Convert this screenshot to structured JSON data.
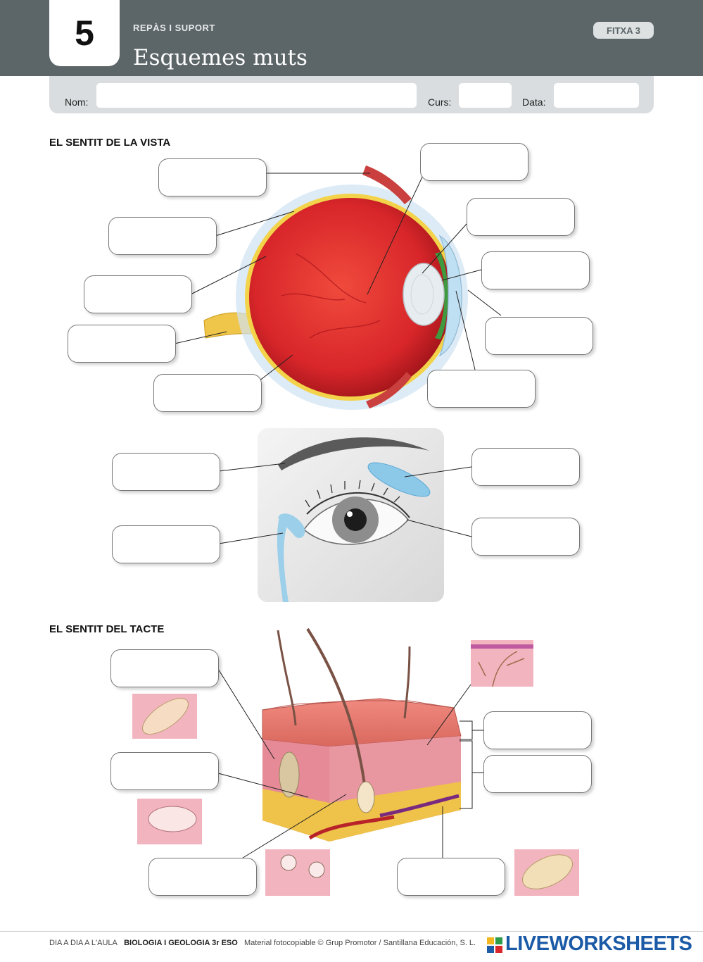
{
  "header": {
    "unit_number": "5",
    "kicker": "REPÀS I SUPORT",
    "title": "Esquemes muts",
    "badge": "FITXA 3",
    "bg_color": "#5c6567"
  },
  "form": {
    "name_label": "Nom:",
    "course_label": "Curs:",
    "date_label": "Data:"
  },
  "sections": {
    "vista": "EL SENTIT DE LA VISTA",
    "tacte": "EL SENTIT DEL TACTE"
  },
  "footer": {
    "series": "DIA A DIA A L'AULA",
    "subject": "BIOLOGIA I GEOLOGIA 3r ESO",
    "copyright": "Material fotocopiable © Grup Promotor / Santillana Educación, S. L.",
    "brand": "LIVEWORKSHEETS"
  },
  "colors": {
    "eye_red": "#d8262a",
    "skin_pink": "#e58a96",
    "fat_yellow": "#efc24a",
    "tear_blue": "#8cc8e8"
  }
}
